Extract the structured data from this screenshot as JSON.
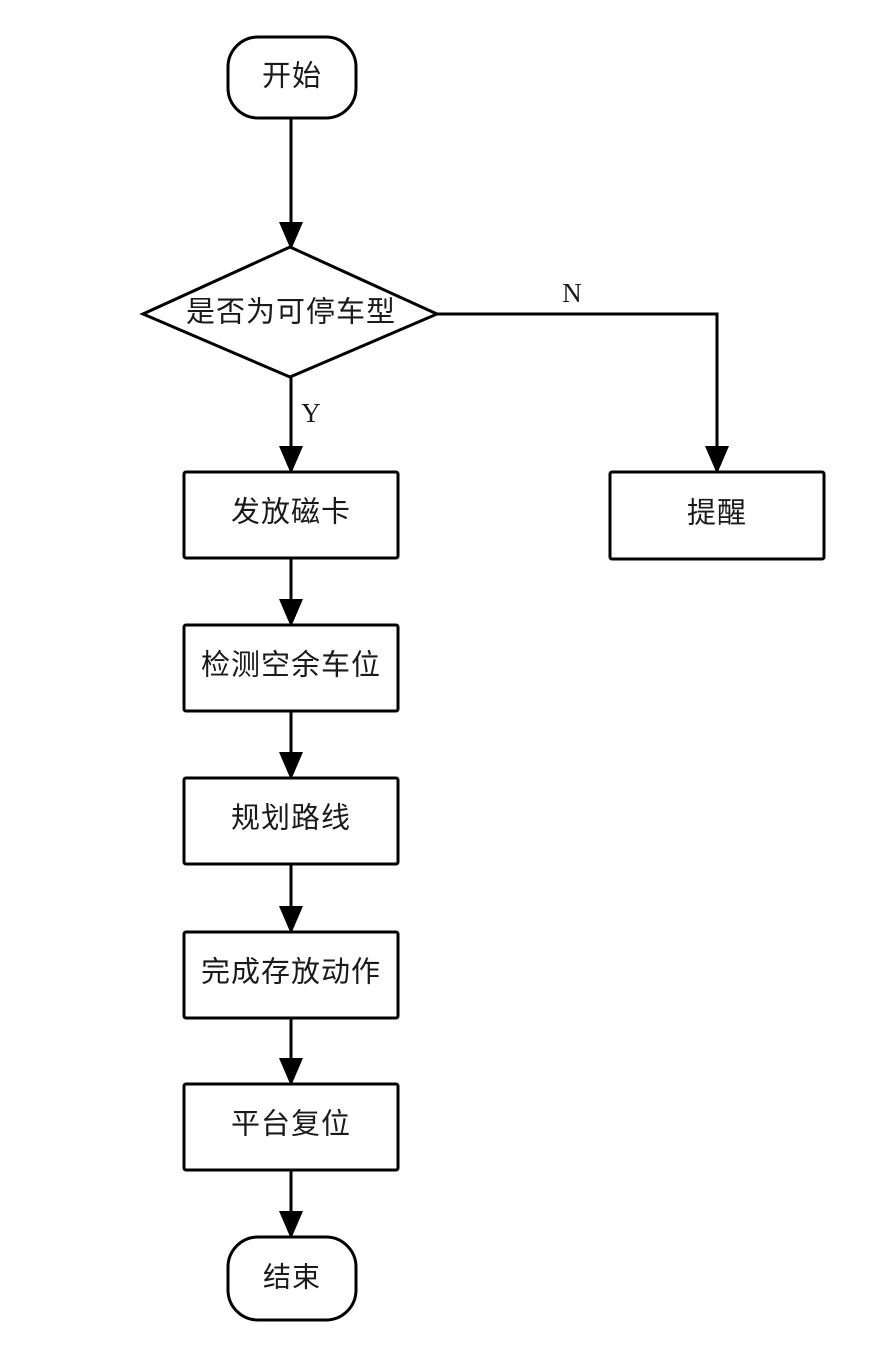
{
  "diagram": {
    "type": "flowchart",
    "orientation": "top-to-bottom",
    "background_color": "#ffffff",
    "line_color": "#000000",
    "text_color": "#1a1a1a",
    "nodes": [
      {
        "id": "start",
        "shape": "rounded-terminator",
        "label": "开始"
      },
      {
        "id": "decision",
        "shape": "diamond",
        "label": "是否为可停车型"
      },
      {
        "id": "remind",
        "shape": "rectangle",
        "label": "提醒"
      },
      {
        "id": "card",
        "shape": "rectangle",
        "label": "发放磁卡"
      },
      {
        "id": "detect",
        "shape": "rectangle",
        "label": "检测空余车位"
      },
      {
        "id": "route",
        "shape": "rectangle",
        "label": "规划路线"
      },
      {
        "id": "store",
        "shape": "rectangle",
        "label": "完成存放动作"
      },
      {
        "id": "reset",
        "shape": "rectangle",
        "label": "平台复位"
      },
      {
        "id": "end",
        "shape": "rounded-terminator",
        "label": "结束"
      }
    ],
    "edges": [
      {
        "from": "start",
        "to": "decision",
        "label": ""
      },
      {
        "from": "decision",
        "to": "card",
        "label": "Y"
      },
      {
        "from": "decision",
        "to": "remind",
        "label": "N"
      },
      {
        "from": "card",
        "to": "detect",
        "label": ""
      },
      {
        "from": "detect",
        "to": "route",
        "label": ""
      },
      {
        "from": "route",
        "to": "store",
        "label": ""
      },
      {
        "from": "store",
        "to": "reset",
        "label": ""
      },
      {
        "from": "reset",
        "to": "end",
        "label": ""
      }
    ],
    "edge_labels": {
      "yes": "Y",
      "no": "N"
    }
  }
}
